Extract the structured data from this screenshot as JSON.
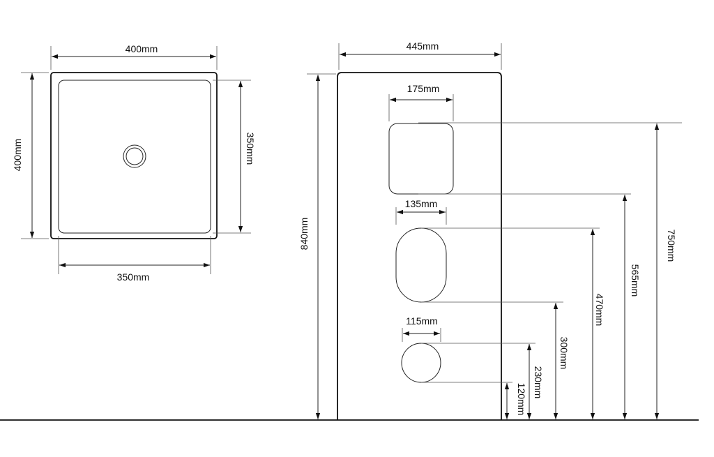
{
  "drawing": {
    "top_view": {
      "outer_width": "400mm",
      "outer_depth": "400mm",
      "inner_width": "350mm",
      "inner_depth": "350mm"
    },
    "front_view": {
      "width": "445mm",
      "height": "840mm",
      "openings": [
        {
          "width": "175mm",
          "top_height": "750mm",
          "bottom_height": "565mm"
        },
        {
          "width": "135mm",
          "top_height": "470mm",
          "bottom_height": "300mm"
        },
        {
          "width": "115mm",
          "top_height": "230mm",
          "bottom_height": "120mm"
        }
      ]
    },
    "colors": {
      "line": "#111111",
      "background": "#ffffff"
    }
  }
}
